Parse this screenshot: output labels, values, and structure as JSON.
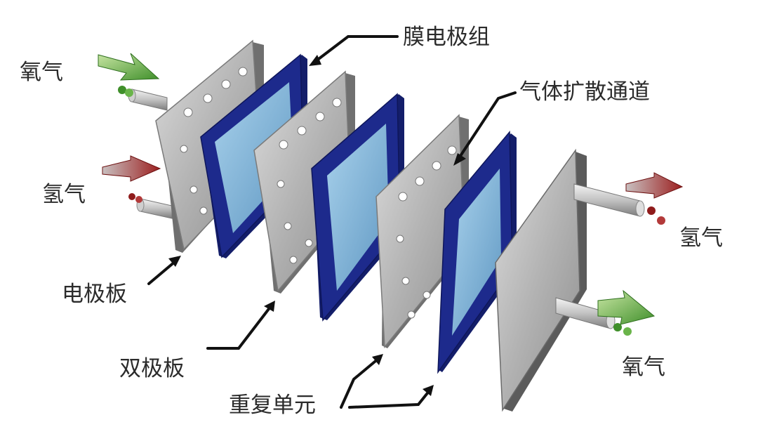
{
  "labels": {
    "oxygen_in": "氧气",
    "hydrogen_in": "氢气",
    "hydrogen_out": "氢气",
    "oxygen_out": "氧气",
    "membrane_electrode": "膜电极组",
    "gas_channel": "气体扩散通道",
    "electrode_plate": "电极板",
    "bipolar_plate": "双极板",
    "repeat_unit": "重复单元"
  },
  "colors": {
    "oxygen_arrow": "#3f8f2a",
    "hydrogen_arrow": "#9c1f1f",
    "membrane_frame": "#1d2a8c",
    "membrane_core": "#7ab3d6",
    "plate": "#a9a9a9",
    "leader_line": "#111111"
  }
}
